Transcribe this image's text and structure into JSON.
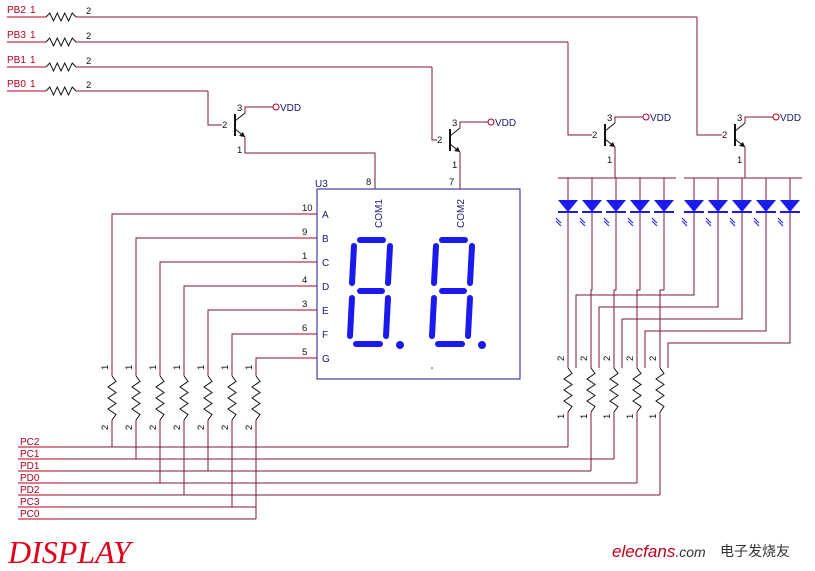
{
  "title": "DISPLAY",
  "watermark": {
    "brand": "elecfans",
    "domain": ".com",
    "cn": "电子发烧友"
  },
  "colors": {
    "wire": "#7a1a3a",
    "blue": "#1a1aee",
    "pin": "#b0001e",
    "text": "#1a1a6a"
  },
  "pb_nets": [
    {
      "name": "PB2",
      "pin1": "1",
      "pin2": "2"
    },
    {
      "name": "PB3",
      "pin1": "1",
      "pin2": "2"
    },
    {
      "name": "PB1",
      "pin1": "1",
      "pin2": "2"
    },
    {
      "name": "PB0",
      "pin1": "1",
      "pin2": "2"
    }
  ],
  "transistors": [
    {
      "base": "2",
      "collector": "3",
      "emitter": "1",
      "supply": "VDD"
    },
    {
      "base": "2",
      "collector": "3",
      "emitter": "1",
      "supply": "VDD"
    },
    {
      "base": "2",
      "collector": "3",
      "emitter": "1",
      "supply": "VDD"
    },
    {
      "base": "2",
      "collector": "3",
      "emitter": "1",
      "supply": "VDD"
    }
  ],
  "display": {
    "ref": "U3",
    "com1_label": "COM1",
    "com2_label": "COM2",
    "com1_pin": "8",
    "com2_pin": "7",
    "segments": [
      {
        "name": "A",
        "pin": "10"
      },
      {
        "name": "B",
        "pin": "9"
      },
      {
        "name": "C",
        "pin": "1"
      },
      {
        "name": "D",
        "pin": "4"
      },
      {
        "name": "E",
        "pin": "3"
      },
      {
        "name": "F",
        "pin": "6"
      },
      {
        "name": "G",
        "pin": "5"
      }
    ]
  },
  "led_groups": [
    {
      "count": 5
    },
    {
      "count": 5
    }
  ],
  "resistor_pins": {
    "top": "1",
    "bottom": "2"
  },
  "bottom_pins": {
    "top": "2",
    "bottom": "1"
  },
  "bus_nets": [
    "PC2",
    "PC1",
    "PD1",
    "PD0",
    "PD2",
    "PC3",
    "PC0"
  ]
}
